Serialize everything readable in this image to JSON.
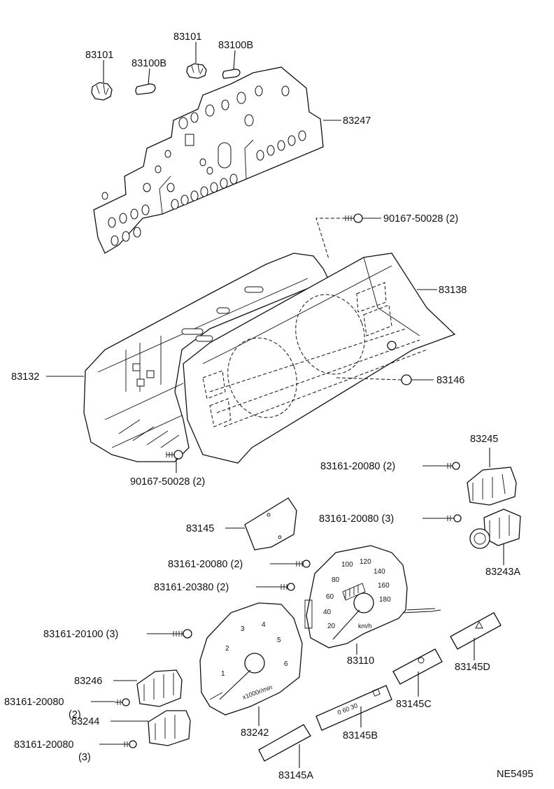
{
  "diagram": {
    "code": "NE5495",
    "labels": {
      "l83101_left": "83101",
      "l83100b_left": "83100B",
      "l83101_top": "83101",
      "l83100b_top": "83100B",
      "l83247": "83247",
      "l90167_top": "90167-50028 (2)",
      "l83138": "83138",
      "l83132": "83132",
      "l83146": "83146",
      "l90167_bottom": "90167-50028 (2)",
      "l83245": "83245",
      "l83161_20080_2_right": "83161-20080 (2)",
      "l83161_20080_3_right": "83161-20080 (3)",
      "l83243a": "83243A",
      "l83145": "83145",
      "l83161_20080_2_mid": "83161-20080 (2)",
      "l83161_20380": "83161-20380 (2)",
      "l83161_20100": "83161-20100 (3)",
      "l83246": "83246",
      "l83161_20080_left_a": "83161-20080",
      "l83161_20080_left_a_qty": "(2)",
      "l83244": "83244",
      "l83161_20080_left_b": "83161-20080",
      "l83161_20080_left_b_qty": "(3)",
      "l83242": "83242",
      "l83110": "83110",
      "l83145a": "83145A",
      "l83145b": "83145B",
      "l83145c": "83145C",
      "l83145d": "83145D"
    },
    "dial_text": {
      "speedo_unit": "km/h",
      "tacho_unit": "x1000r/min",
      "speed_ticks": [
        "20",
        "40",
        "60",
        "80",
        "100",
        "120",
        "140",
        "160",
        "180"
      ],
      "tacho_ticks": [
        "1",
        "2",
        "3",
        "4",
        "5",
        "6"
      ],
      "strip_b": "0  60  30"
    }
  }
}
